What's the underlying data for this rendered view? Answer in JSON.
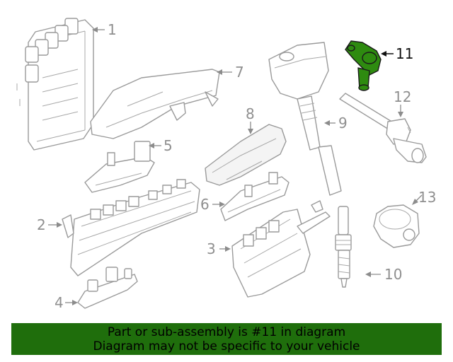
{
  "callouts": {
    "c1": "1",
    "c2": "2",
    "c3": "3",
    "c4": "4",
    "c5": "5",
    "c6": "6",
    "c7": "7",
    "c8": "8",
    "c9": "9",
    "c10": "10",
    "c11": "11",
    "c12": "12",
    "c13": "13"
  },
  "highlighted_part": "11",
  "colors": {
    "highlight": "#2e8b10",
    "banner": "#1f6e0c",
    "line_art": "#9a9a9a"
  },
  "banner": {
    "line1": "Part or sub-assembly is #11 in diagram",
    "line2": "Diagram may not be specific to your vehicle"
  }
}
